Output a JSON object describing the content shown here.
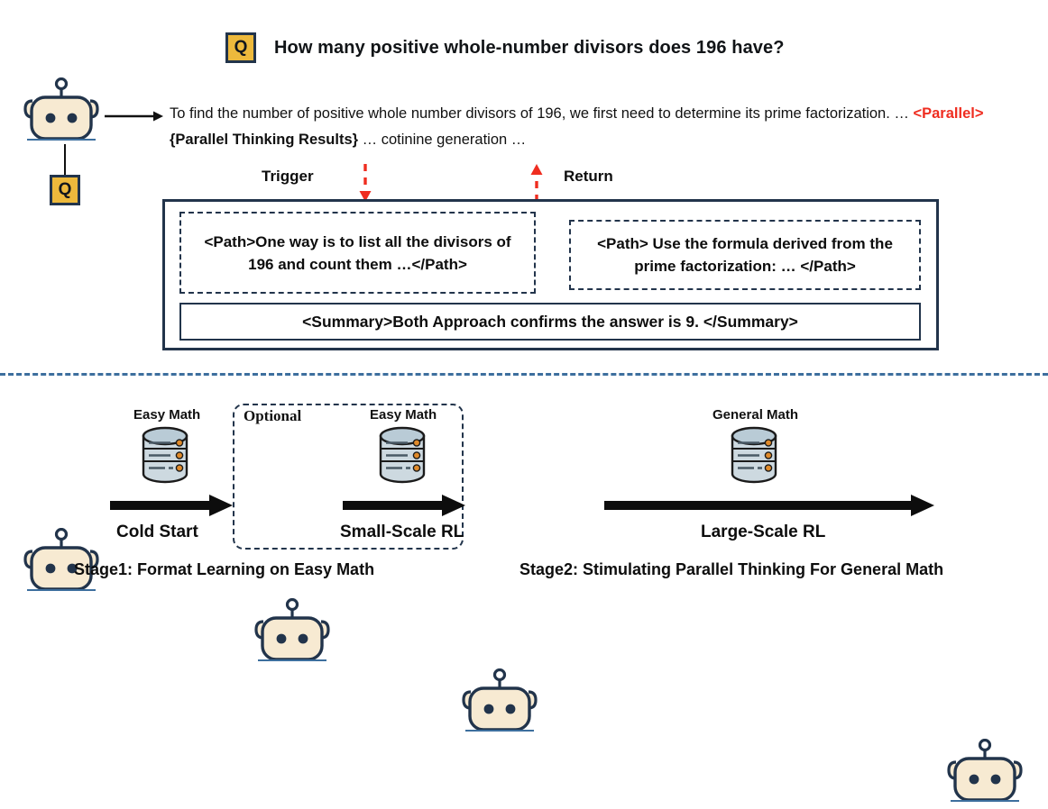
{
  "question": {
    "badge_label": "Q",
    "text": "How many positive whole-number divisors does 196 have?"
  },
  "answer": {
    "part1": "To find the number of positive whole number divisors of 196, we first need to  determine its prime factorization. … ",
    "parallel_tag": "<Parallel>",
    "results_placeholder": "{Parallel Thinking Results}",
    "part2": " … cotinine generation …"
  },
  "flow_labels": {
    "trigger": "Trigger",
    "return": "Return"
  },
  "parallel_panel": {
    "path_left": "<Path>One way is to list all the divisors of 196 and count them …</Path>",
    "path_right": "<Path> Use the formula derived from the prime factorization: … </Path>",
    "summary": "<Summary>Both Approach confirms the answer is 9. </Summary>"
  },
  "pipeline": {
    "optional_label": "Optional",
    "datasets": [
      {
        "label": "Easy Math"
      },
      {
        "label": "Easy Math"
      },
      {
        "label": "General Math"
      }
    ],
    "arrows": [
      {
        "label": "Cold Start"
      },
      {
        "label": "Small-Scale RL"
      },
      {
        "label": "Large-Scale RL"
      }
    ],
    "captions": {
      "stage1": "Stage1: Format Learning on Easy Math",
      "stage2": "Stage2: Stimulating Parallel Thinking For General Math"
    }
  },
  "colors": {
    "badge_gold": "#edb93c",
    "navy": "#22344b",
    "accent_red": "#ef2d20",
    "divider_blue": "#3d6f9e",
    "robot_face": "#f7ead2",
    "db_body": "#cdd9e0",
    "db_dot": "#e08a2a"
  },
  "icons": {
    "robot": "robot-icon",
    "database": "database-icon",
    "arrow": "arrow-right-icon"
  }
}
